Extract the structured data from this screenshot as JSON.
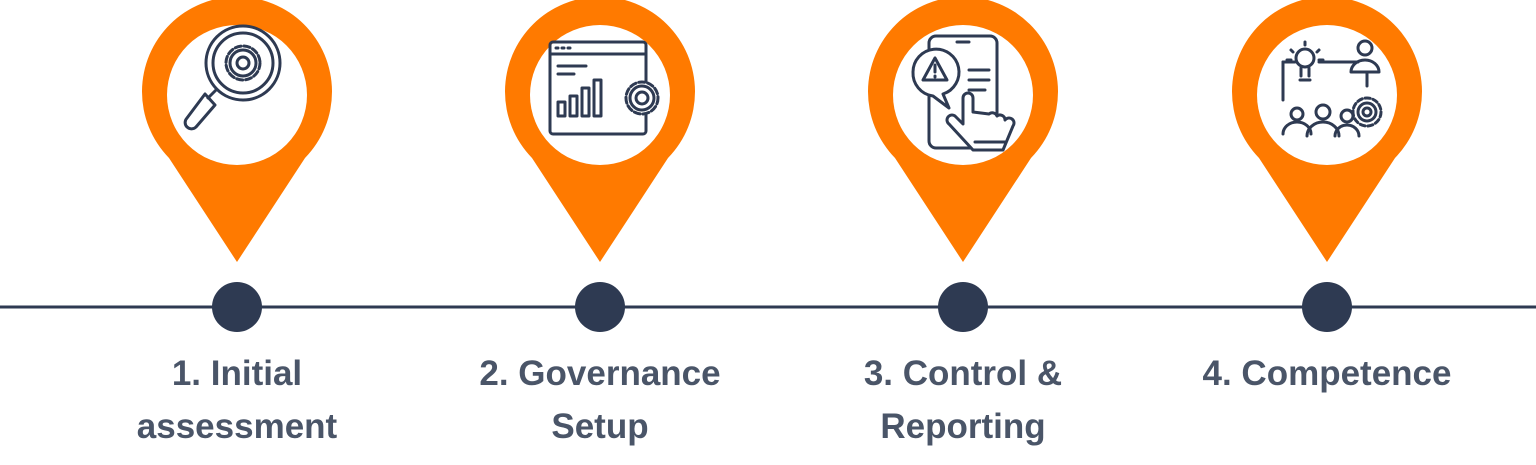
{
  "colors": {
    "pin": "#ff7a00",
    "pin_inner": "#ffffff",
    "timeline": "#2e3a52",
    "node": "#2e3a52",
    "icon_stroke": "#2e3a52",
    "label_text": "#4a5568"
  },
  "steps": [
    {
      "label_lines": [
        "1. Initial assessment"
      ],
      "icon": "magnifier-gear-icon"
    },
    {
      "label_lines": [
        "2. Governance",
        "Setup"
      ],
      "icon": "dashboard-gear-icon"
    },
    {
      "label_lines": [
        "3. Control &",
        "Reporting"
      ],
      "icon": "phone-alert-icon"
    },
    {
      "label_lines": [
        "4. Competence"
      ],
      "icon": "team-idea-icon"
    }
  ]
}
